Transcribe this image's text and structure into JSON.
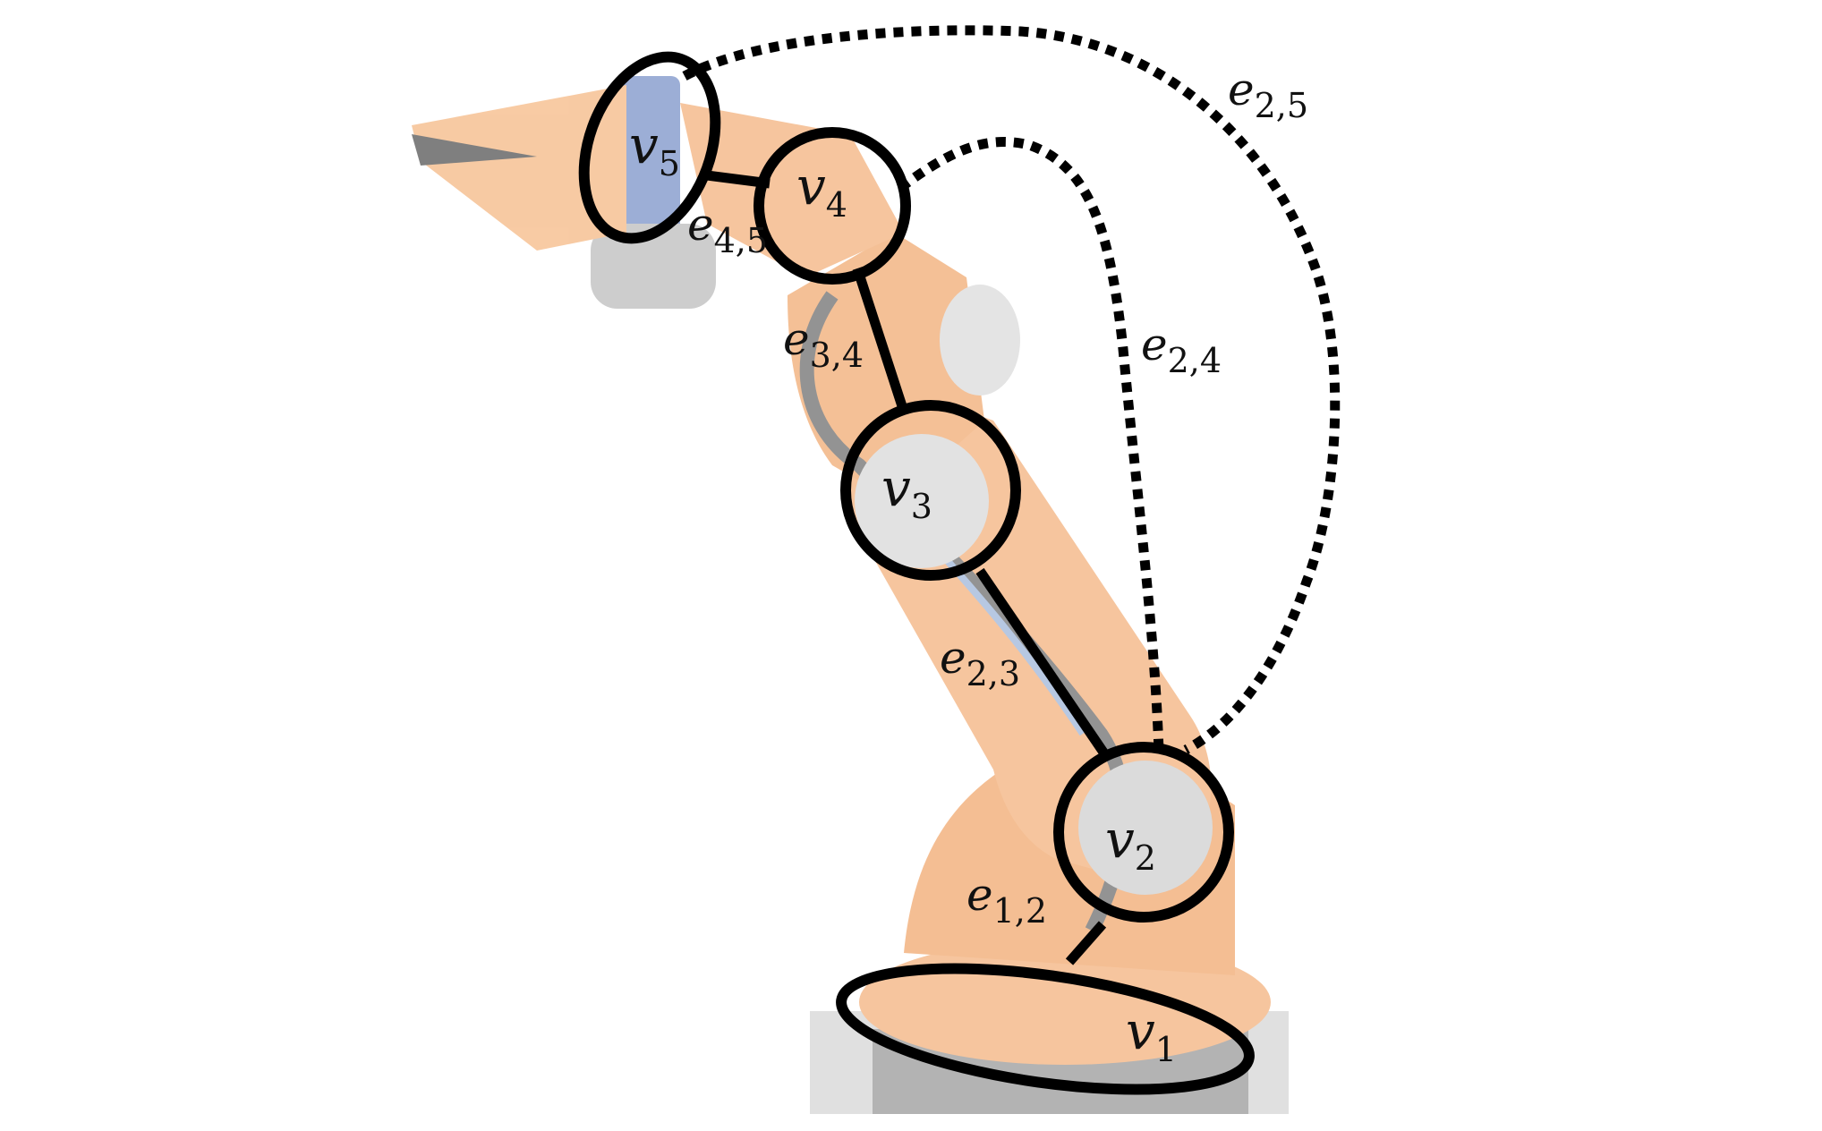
{
  "colors": {
    "robot_orange": "#f3b27e",
    "robot_orange_dark": "#e59a5c",
    "base_gray": "#cfcfcf",
    "cable_blue": "#9fb6d9",
    "gripper_blue": "#7c93c9",
    "line": "#000000"
  },
  "nodes": [
    {
      "id": "v1",
      "base": "v",
      "sub": "1"
    },
    {
      "id": "v2",
      "base": "v",
      "sub": "2"
    },
    {
      "id": "v3",
      "base": "v",
      "sub": "3"
    },
    {
      "id": "v4",
      "base": "v",
      "sub": "4"
    },
    {
      "id": "v5",
      "base": "v",
      "sub": "5"
    }
  ],
  "edges": [
    {
      "id": "e12",
      "base": "e",
      "sub": "1,2",
      "style": "solid"
    },
    {
      "id": "e23",
      "base": "e",
      "sub": "2,3",
      "style": "solid"
    },
    {
      "id": "e34",
      "base": "e",
      "sub": "3,4",
      "style": "solid"
    },
    {
      "id": "e45",
      "base": "e",
      "sub": "4,5",
      "style": "solid"
    },
    {
      "id": "e24",
      "base": "e",
      "sub": "2,4",
      "style": "dotted"
    },
    {
      "id": "e25",
      "base": "e",
      "sub": "2,5",
      "style": "dotted"
    }
  ]
}
